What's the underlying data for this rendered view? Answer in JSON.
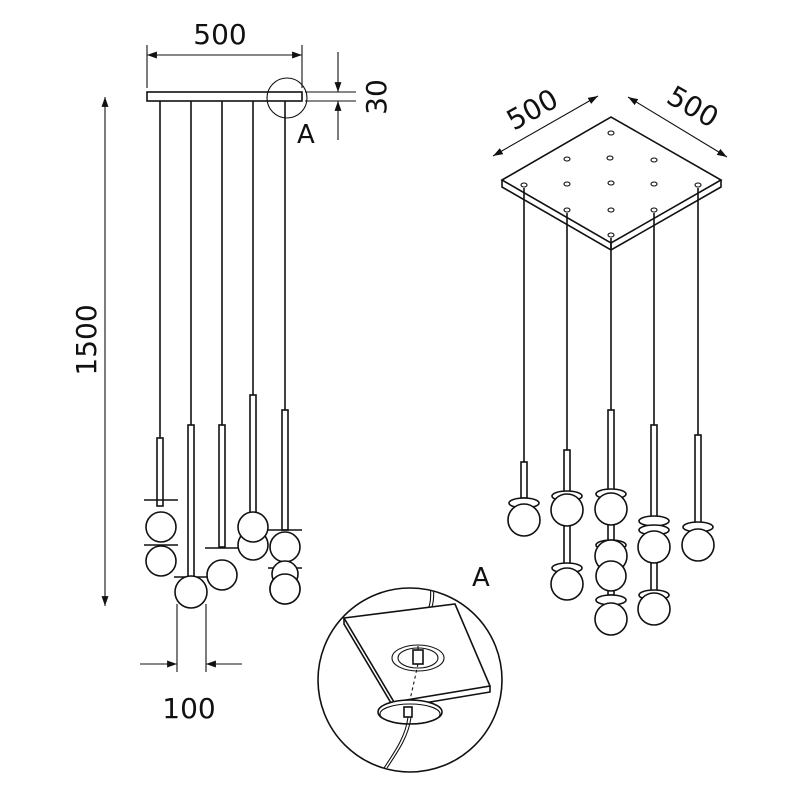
{
  "dimensions": {
    "width": "500",
    "plate_height": "30",
    "drop_height": "1500",
    "globe_diameter": "100",
    "iso_width_left": "500",
    "iso_width_right": "500"
  },
  "detail": {
    "callout_label": "A",
    "detail_label": "A"
  }
}
